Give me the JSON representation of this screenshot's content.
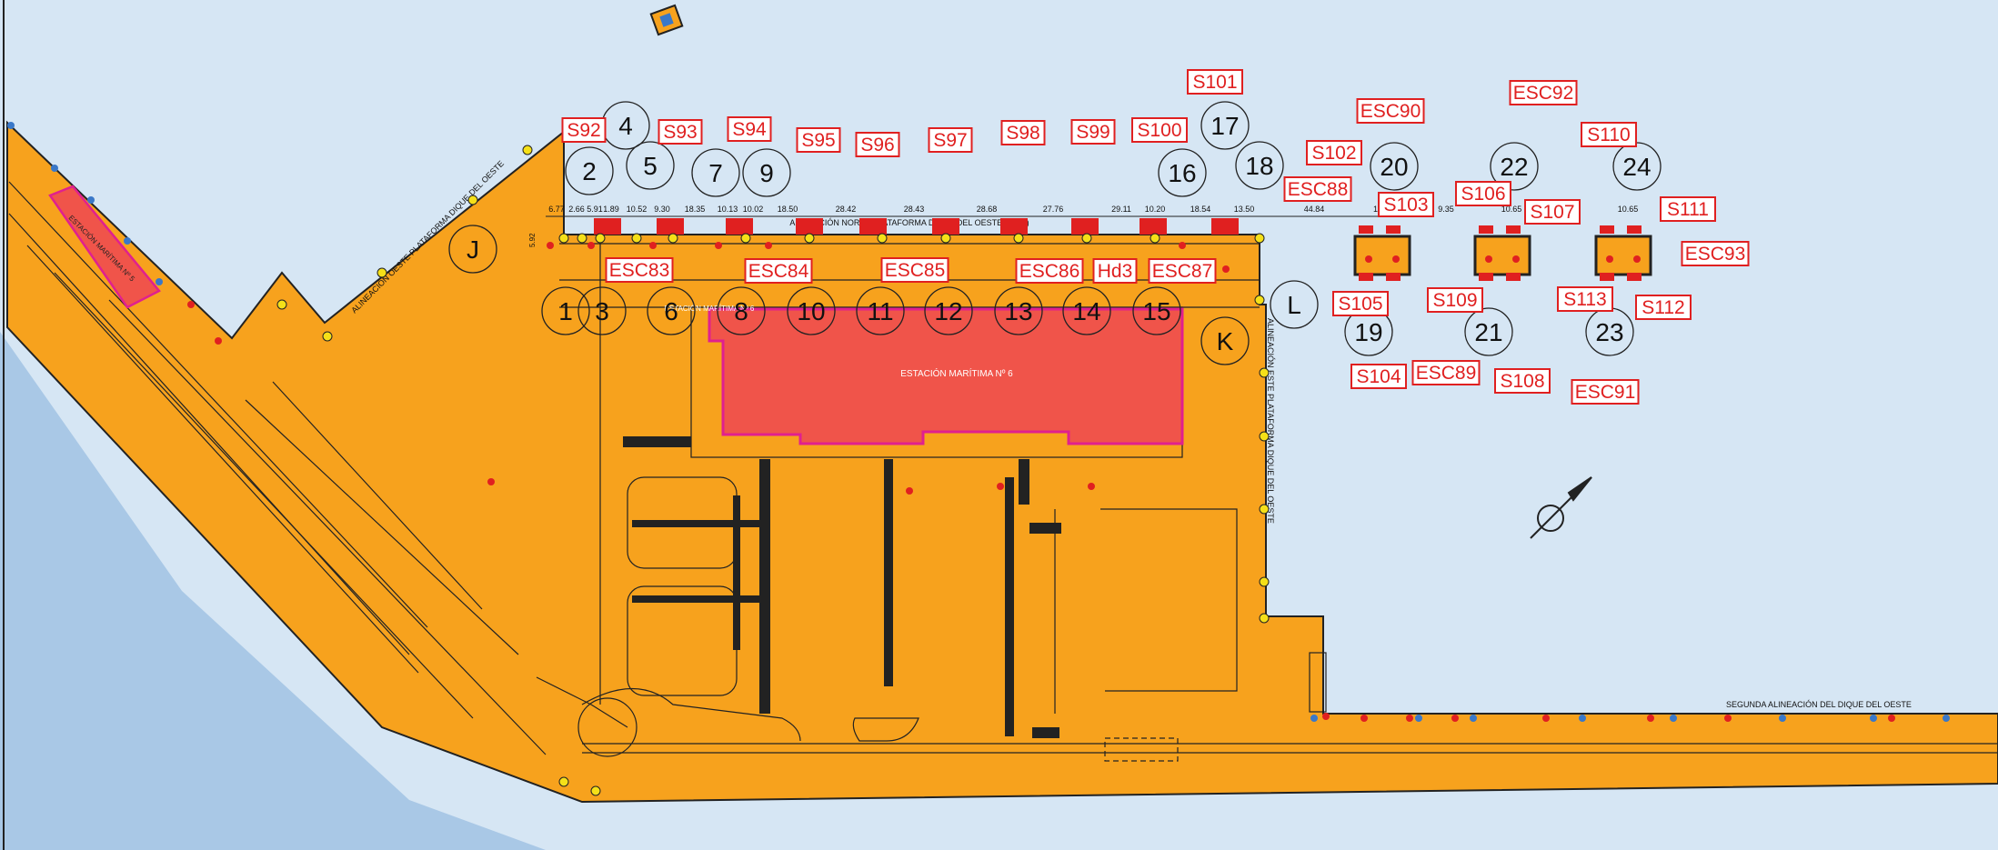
{
  "colors": {
    "water_light": "#d6e6f4",
    "water_dark": "#a9c8e6",
    "platform": "#f7a21d",
    "building": "#f0544a",
    "building_outline": "#e0208f",
    "red_label": "#e02020",
    "bollard_yellow": "#f5e018",
    "line": "#222222"
  },
  "texts": {
    "north_alignment": "ALINEACIÓN NORTE PLATAFORMA DIQUE DEL OESTE (P180)",
    "west_alignment": "ALINEACIÓN OESTE PLATAFORMA DIQUE DEL OESTE",
    "east_alignment": "ALINEACIÓN ESTE PLATAFORMA DIQUE DEL OESTE",
    "second_alignment": "SEGUNDA ALINEACIÓN DEL DIQUE DEL OESTE",
    "station_label": "ESTACIÓN MARÍTIMA Nº 6",
    "station_label_small": "ESTACIÓN MARÍTIMA Nº 6",
    "left_building_label": "ESTACIÓN MARÍTIMA Nº 5",
    "height_mark": "5.92"
  },
  "dimensions": [
    "6.77",
    "2.66",
    "5.91",
    "1.89",
    "10.52",
    "9.30",
    "18.35",
    "10.13",
    "10.02",
    "18.50",
    "28.42",
    "28.43",
    "28.68",
    "27.76",
    "29.11",
    "10.20",
    "18.54",
    "13.50",
    "44.84",
    "10",
    "9.35",
    "10.65",
    "10.65"
  ],
  "circled_numbers": [
    "1",
    "2",
    "3",
    "4",
    "5",
    "6",
    "7",
    "8",
    "9",
    "10",
    "11",
    "12",
    "13",
    "14",
    "15",
    "16",
    "17",
    "18",
    "19",
    "20",
    "21",
    "22",
    "23",
    "24"
  ],
  "circled_letters": [
    "J",
    "K",
    "L"
  ],
  "red_labels": [
    "S92",
    "S93",
    "S94",
    "S95",
    "S96",
    "S97",
    "S98",
    "S99",
    "S100",
    "S101",
    "S102",
    "S103",
    "S104",
    "S105",
    "S106",
    "S107",
    "S108",
    "S109",
    "S110",
    "S111",
    "S112",
    "S113",
    "ESC83",
    "ESC84",
    "ESC85",
    "ESC86",
    "Hd3",
    "ESC87",
    "ESC88",
    "ESC89",
    "ESC90",
    "ESC91",
    "ESC92",
    "ESC93"
  ],
  "icons": [
    "north-arrow-icon",
    "beacon-icon"
  ]
}
